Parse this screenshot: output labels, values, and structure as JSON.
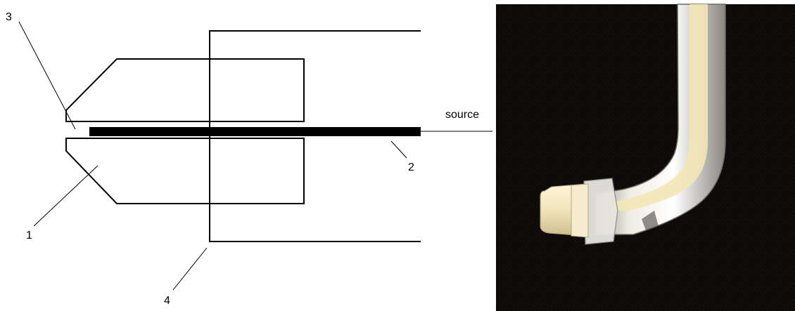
{
  "diagram": {
    "labels": {
      "part_1": "1",
      "part_2": "2",
      "part_3": "3",
      "part_4": "4",
      "source": "source"
    }
  },
  "colors": {
    "line": "#000000",
    "background": "#ffffff",
    "photo_background": "#0c0a09",
    "tube_clear": "#e7e4dc",
    "tube_core": "#f2e6b5",
    "cap": "#efe4c1"
  }
}
